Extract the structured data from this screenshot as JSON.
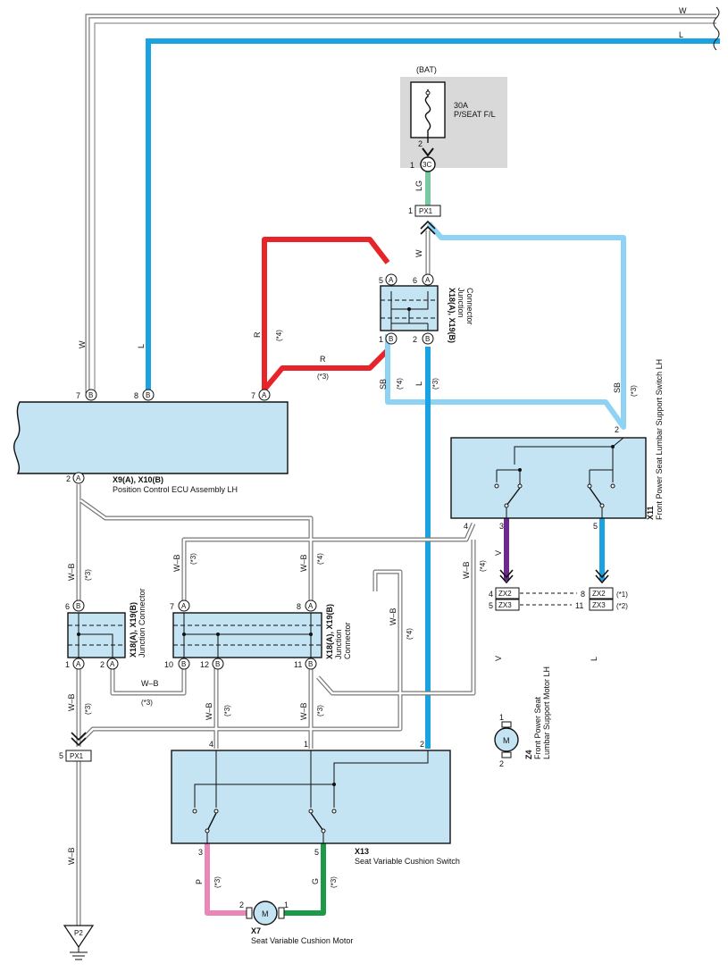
{
  "colors": {
    "L": "#1aa3e0",
    "SB": "#8fd3f4",
    "R": "#e8242b",
    "LG": "#79c9a0",
    "V": "#6b2a8c",
    "P": "#ec86b8",
    "G": "#1c9a48",
    "component_fill": "#c4e4f3",
    "fuse_box": "#d9d9d9"
  },
  "top_wires": {
    "w": "W",
    "l": "L"
  },
  "fuse": {
    "source": "(BAT)",
    "rating": "30A",
    "name": "P/SEAT F/L",
    "pin2": "2",
    "pin1": "1",
    "connector": "3C"
  },
  "px1_top": {
    "pin": "1",
    "name": "PX1"
  },
  "jc_top": {
    "pin5": "5",
    "pin5_letter": "A",
    "pin6": "6",
    "pin6_letter": "A",
    "pin1": "1",
    "pin1_letter": "B",
    "pin2": "2",
    "pin2_letter": "B",
    "code": "X18(A), X19(B)",
    "line1": "Junction",
    "line2": "Connector"
  },
  "ecu": {
    "code": "X9(A), X10(B)",
    "name": "Position Control ECU Assembly LH",
    "pin7b": "7",
    "pin7b_letter": "B",
    "pin8": "8",
    "pin8_letter": "B",
    "pin7a": "7",
    "pin7a_letter": "A",
    "pin2": "2",
    "pin2_letter": "A"
  },
  "wire_labels": {
    "w_vert": "W",
    "l_vert": "L",
    "r_vert": "R",
    "r_note": "(*4)",
    "r_horiz": "R",
    "r_horiz_note": "(*3)",
    "lg": "LG",
    "w_mid": "W",
    "sb_left": "SB",
    "sb_left_note": "(*4)",
    "l_mid": "L",
    "l_mid_note": "(*3)",
    "sb_right": "SB",
    "sb_right_note": "(*3)",
    "wb1": "W–B",
    "wb1_note": "(*3)",
    "wb2": "W–B",
    "wb2_note": "(*3)",
    "wb3": "W–B",
    "wb3_note": "(*4)",
    "wb4": "W–B",
    "wb4_note": "(*4)",
    "wb5": "W–B",
    "wb5_note": "(*4)",
    "wb6": "W–B",
    "wb6_note": "(*3)",
    "wb7": "W–B",
    "wb7_note": "(*3)",
    "wb8": "W–B",
    "wb8_note": "(*3)",
    "wb9": "W–B",
    "wb9_note": "(*3)",
    "wb10": "W–B",
    "v1": "V",
    "v2": "V",
    "l_right": "L",
    "p": "P",
    "p_note": "(*3)",
    "g": "G",
    "g_note": "(*3)"
  },
  "lumbar_switch": {
    "code": "X11",
    "name": "Front Power Seat Lumbar Support Switch LH",
    "pin2": "2",
    "pin3": "3",
    "pin5": "5",
    "pin4": "4"
  },
  "zx": {
    "pin4": "4",
    "pin5": "5",
    "zx2_left": "ZX2",
    "zx3_left": "ZX3",
    "pin8": "8",
    "pin11": "11",
    "zx2_right": "ZX2",
    "zx3_right": "ZX3",
    "note1": "(*1)",
    "note2": "(*2)"
  },
  "jc_left": {
    "pin6": "6",
    "pin6_letter": "B",
    "pin1": "1",
    "pin1_letter": "A",
    "pin2": "2",
    "pin2_letter": "A",
    "code": "X18(A), X19(B)",
    "line1": "Junction Connector"
  },
  "jc_mid": {
    "pin7": "7",
    "pin7_letter": "A",
    "pin8": "8",
    "pin8_letter": "A",
    "pin10": "10",
    "pin10_letter": "B",
    "pin12": "12",
    "pin12_letter": "B",
    "pin11": "11",
    "pin11_letter": "B",
    "code": "X18(A), X19(B)",
    "line1": "Junction",
    "line2": "Connector"
  },
  "lumbar_motor": {
    "code": "Z4",
    "line1": "Front Power Seat",
    "line2": "Lumbar Support Motor LH",
    "pin1": "1",
    "pin2": "2",
    "symbol": "M"
  },
  "px1_bottom": {
    "pin": "5",
    "name": "PX1"
  },
  "cushion_switch": {
    "code": "X13",
    "name": "Seat Variable Cushion Switch",
    "pin4": "4",
    "pin1": "1",
    "pin2": "2",
    "pin3": "3",
    "pin5": "5"
  },
  "cushion_motor": {
    "code": "X7",
    "name": "Seat Variable Cushion Motor",
    "pin2": "2",
    "pin1": "1",
    "symbol": "M"
  },
  "ground": {
    "name": "P2"
  }
}
